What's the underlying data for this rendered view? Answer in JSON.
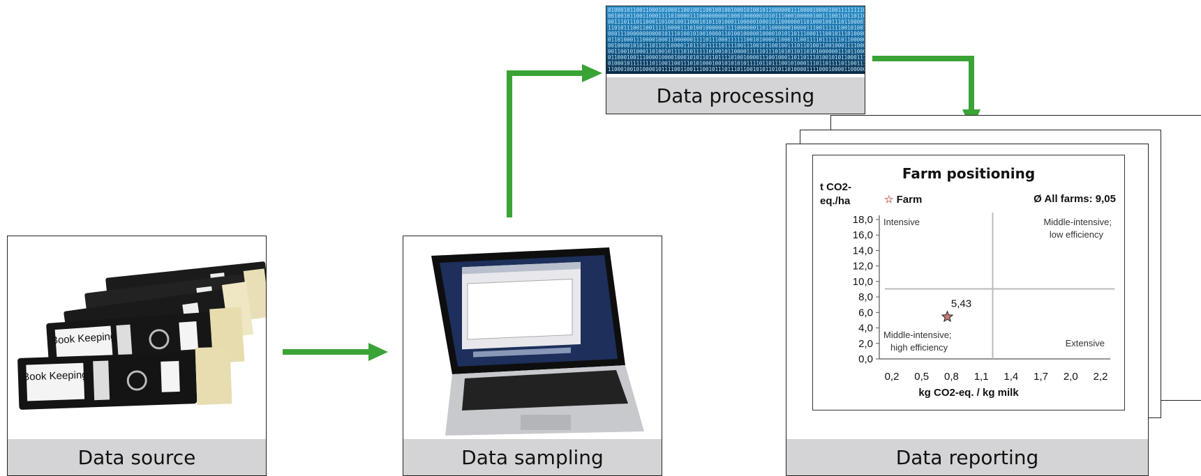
{
  "stages": {
    "source": {
      "label": "Data source",
      "binder_text": "Book Keeping"
    },
    "sampling": {
      "label": "Data sampling"
    },
    "processing": {
      "label": "Data processing"
    },
    "reporting": {
      "label": "Data reporting"
    }
  },
  "colors": {
    "arrow": "#3aa335",
    "band": "#d4d4d6",
    "star": "#c77a7a"
  },
  "chart_data": {
    "type": "scatter",
    "title": "Farm positioning",
    "ylabel": "t CO2-eq./ha",
    "xlabel": "kg CO2-eq. / kg milk",
    "legend_marker": "Farm",
    "average_label": "Ø All farms: 9,05",
    "yticks": [
      "18,0",
      "16,0",
      "14,0",
      "12,0",
      "10,0",
      "8,0",
      "6,0",
      "4,0",
      "2,0",
      "0,0"
    ],
    "xticks": [
      "0,2",
      "0,5",
      "0,8",
      "1,1",
      "1,4",
      "1,7",
      "2,0",
      "2,2"
    ],
    "ylim": [
      0,
      18
    ],
    "xlim": [
      0.2,
      2.2
    ],
    "point": {
      "x": 0.8,
      "y": 5.43,
      "label": "5,43"
    },
    "reference_lines": {
      "x": 1.2,
      "y": 9.05
    },
    "quadrants": {
      "top_left": "Intensive",
      "top_right_1": "Middle-intensive;",
      "top_right_2": "low efficiency",
      "bottom_left_1": "Middle-intensive;",
      "bottom_left_2": "high efficiency",
      "bottom_right": "Extensive"
    }
  }
}
